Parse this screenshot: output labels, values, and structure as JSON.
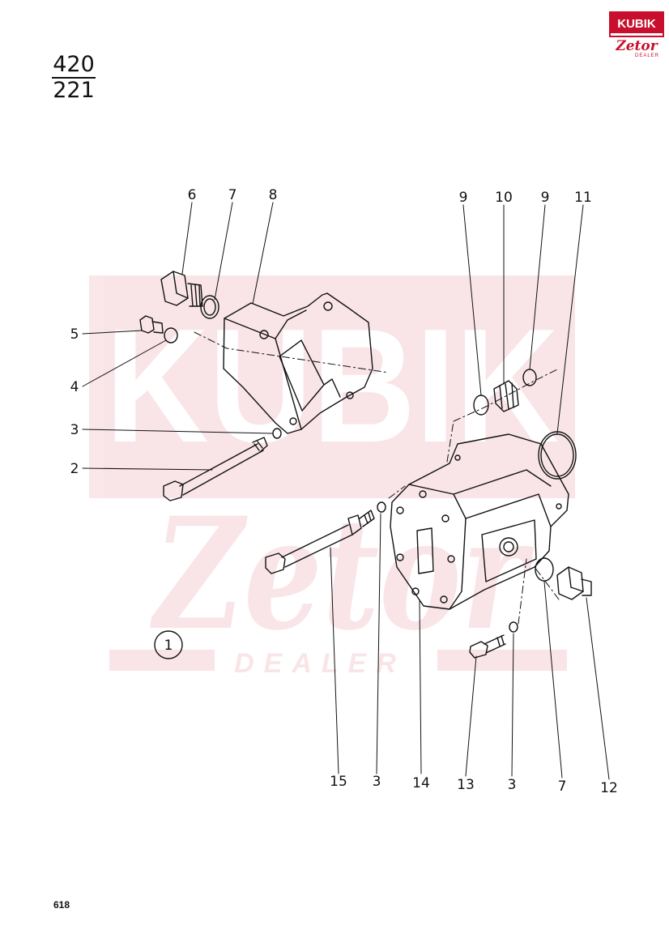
{
  "header": {
    "fraction_top": "420",
    "fraction_bottom": "221"
  },
  "logo": {
    "top_text": "KUBIK",
    "middle_text": "Zetor",
    "bottom_text": "DEALER"
  },
  "watermark": {
    "top_text": "KUBIK",
    "middle_text": "Zetor",
    "bottom_text": "DEALER"
  },
  "figure_number": "1",
  "page_number": "618",
  "callouts": {
    "c6": "6",
    "c7_top": "7",
    "c8": "8",
    "c9_left": "9",
    "c10": "10",
    "c9_right": "9",
    "c11": "11",
    "c5": "5",
    "c4": "4",
    "c3_left": "3",
    "c2": "2",
    "c15": "15",
    "c3_bottom": "3",
    "c14": "14",
    "c13": "13",
    "c3_right": "3",
    "c7_bottom": "7",
    "c12": "12"
  }
}
